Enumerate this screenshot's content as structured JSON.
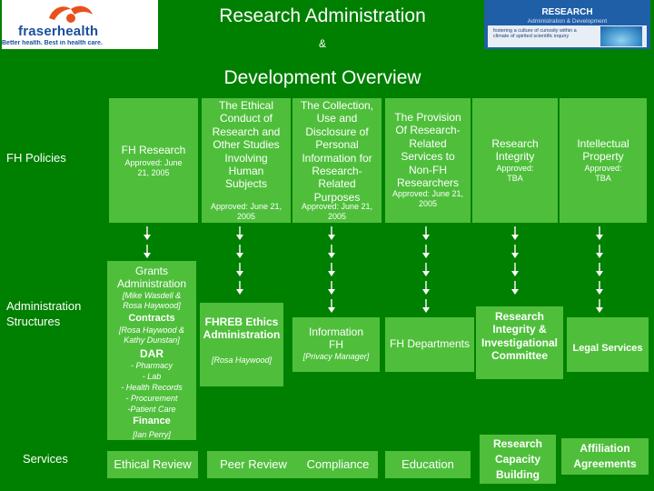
{
  "header": {
    "logo_left_name": "fraserhealth",
    "logo_left_tagline": "Better health. Best in health care.",
    "title": "Research Administration",
    "amp": "&",
    "subtitle": "Development Overview",
    "logo_right_title": "RESEARCH",
    "logo_right_sub": "Administration & Development",
    "logo_right_tag": "fostering a culture of curiosity within a climate of spirited scientific inquiry"
  },
  "rows": {
    "policies": "FH Policies",
    "admin": "Administration Structures",
    "services": "Services"
  },
  "policies": [
    {
      "title": "FH Research",
      "approved": "Approved: June 21, 2005"
    },
    {
      "title": "The Ethical Conduct of Research and Other Studies Involving Human Subjects",
      "approved": "Approved: June 21, 2005"
    },
    {
      "title": "The Collection, Use and Disclosure of Personal Information for Research-Related Purposes",
      "approved": "Approved: June 21, 2005"
    },
    {
      "title": "The Provision Of Research-Related Services to Non-FH Researchers",
      "approved": "Approved: June 21, 2005"
    },
    {
      "title": "Research Integrity",
      "approved": "Approved: TBA"
    },
    {
      "title": "Intellectual Property",
      "approved": "Approved: TBA"
    }
  ],
  "admin": {
    "grants_title": "Grants Administration",
    "grants_people": "[Mike Wasdell & Rosa Haywood]",
    "contracts_title": "Contracts",
    "contracts_people": "[Rosa Haywood & Kathy Dunstan]",
    "dar_title": "DAR",
    "dar_items": "- Pharmacy\n- Lab\n- Health Records\n- Procurement\n-Patient Care",
    "finance_title": "Finance",
    "finance_people": "[Ian Perry]",
    "ethics_title": "FHREB Ethics Administration",
    "ethics_people": "[Rosa Haywood]",
    "info_title": "Information FH",
    "info_people": "[Privacy Manager]",
    "departments": "FH Departments",
    "integrity_committee": "Research Integrity & Investigational Committee",
    "legal": "Legal Services"
  },
  "services": [
    "Ethical Review",
    "Peer Review",
    "Compliance",
    "Education",
    "Research Capacity Building",
    "Affiliation Agreements"
  ],
  "colors": {
    "background": "#008000",
    "panel": "#4fbf3b",
    "text": "#ffffff"
  }
}
